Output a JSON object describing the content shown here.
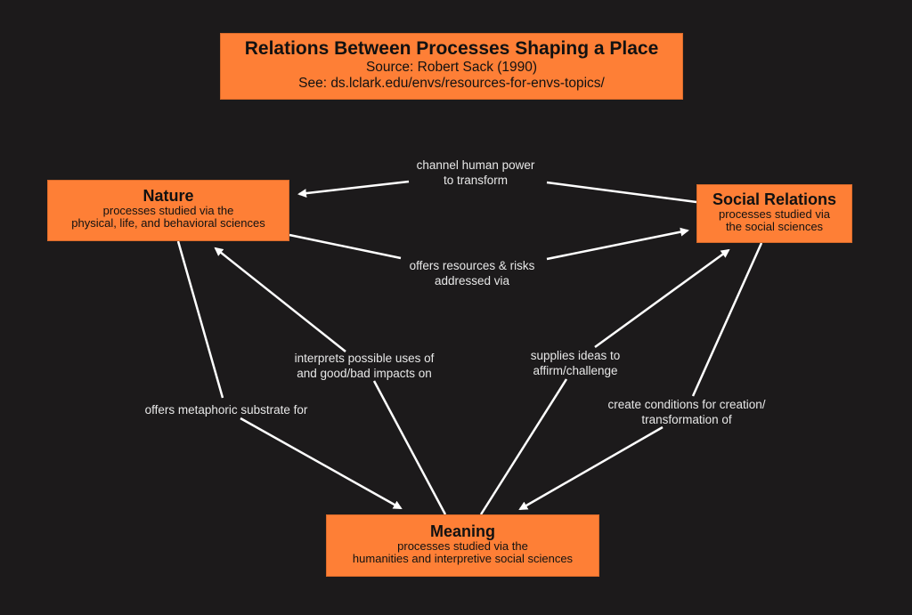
{
  "colors": {
    "background": "#1c1a1b",
    "box_fill": "#fe7f36",
    "arrow": "#ffffff",
    "label_text": "#e8e8e8"
  },
  "header": {
    "title": "Relations Between Processes Shaping a Place",
    "source": "Source: Robert Sack (1990)",
    "see": "See: ds.lclark.edu/envs/resources-for-envs-topics/"
  },
  "nodes": {
    "nature": {
      "title": "Nature",
      "line1": "processes studied via the",
      "line2": "physical, life, and behavioral sciences"
    },
    "social": {
      "title": "Social Relations",
      "line1": "processes studied via",
      "line2": "the social sciences"
    },
    "meaning": {
      "title": "Meaning",
      "line1": "processes studied via the",
      "line2": "humanities and interpretive social sciences"
    }
  },
  "edges": [
    {
      "from": "Social Relations",
      "to": "Nature",
      "line1": "channel human power",
      "line2": "to transform"
    },
    {
      "from": "Nature",
      "to": "Social Relations",
      "line1": "offers resources & risks",
      "line2": "addressed via"
    },
    {
      "from": "Meaning",
      "to": "Nature",
      "line1": "interprets possible uses of",
      "line2": "and good/bad impacts on"
    },
    {
      "from": "Meaning",
      "to": "Social Relations",
      "line1": "supplies ideas to",
      "line2": "affirm/challenge"
    },
    {
      "from": "Nature",
      "to": "Meaning",
      "line1": "offers metaphoric substrate for",
      "line2": ""
    },
    {
      "from": "Social Relations",
      "to": "Meaning",
      "line1": "create conditions for creation/",
      "line2": "transformation of"
    }
  ]
}
